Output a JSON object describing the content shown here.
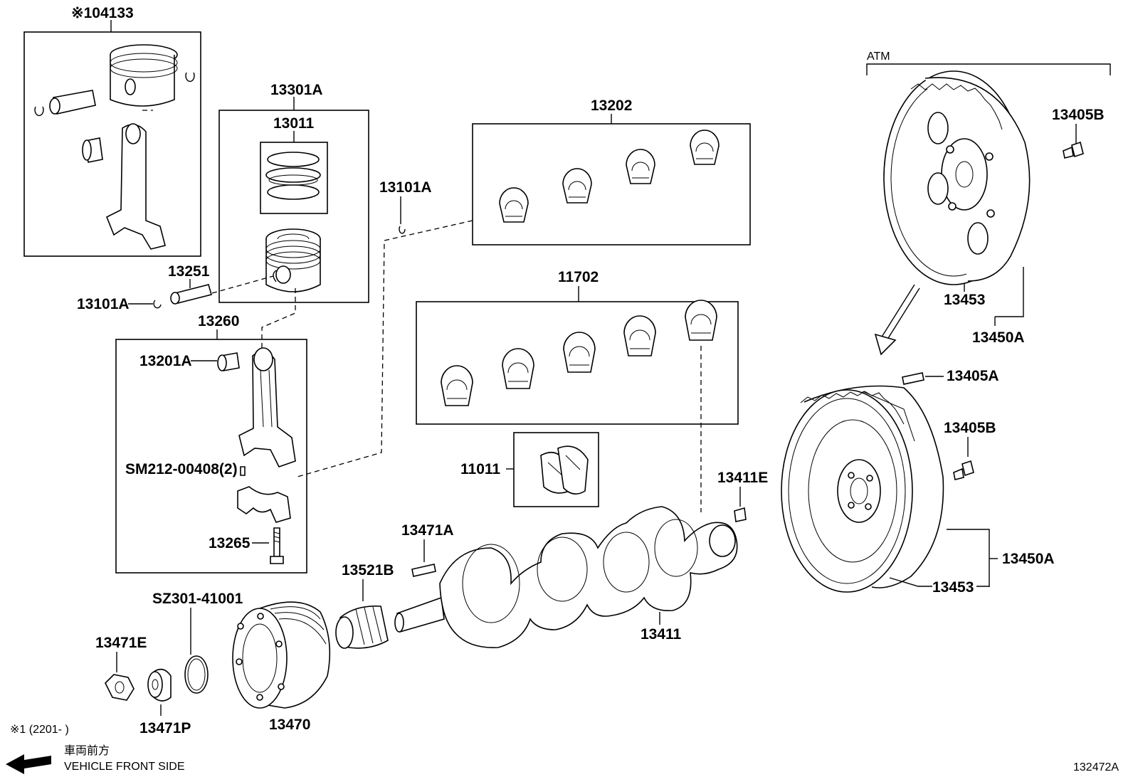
{
  "diagram_id": "132472A",
  "footnote": "※1 (2201-       )",
  "vehicle_front_jp": "車両前方",
  "vehicle_front_en": "VEHICLE FRONT SIDE",
  "atm_label": "ATM",
  "parts": {
    "p04133": "※104133",
    "p13301A": "13301A",
    "p13011": "13011",
    "p13202": "13202",
    "p13101A_top": "13101A",
    "p13101A_left": "13101A",
    "p13251": "13251",
    "p13260": "13260",
    "p13201A": "13201A",
    "pSM212": "SM212-00408(2)",
    "p13265": "13265",
    "p11702": "11702",
    "p11011": "11011",
    "p13471A": "13471A",
    "p13521B": "13521B",
    "p13411": "13411",
    "p13411E": "13411E",
    "pSZ301": "SZ301-41001",
    "p13471E": "13471E",
    "p13471P": "13471P",
    "p13470": "13470",
    "p13405B_top": "13405B",
    "p13453_top": "13453",
    "p13450A_top": "13450A",
    "p13405A": "13405A",
    "p13405B_bot": "13405B",
    "p13450A_bot": "13450A",
    "p13453_bot": "13453"
  },
  "colors": {
    "ink": "#000000",
    "paper": "#ffffff"
  }
}
